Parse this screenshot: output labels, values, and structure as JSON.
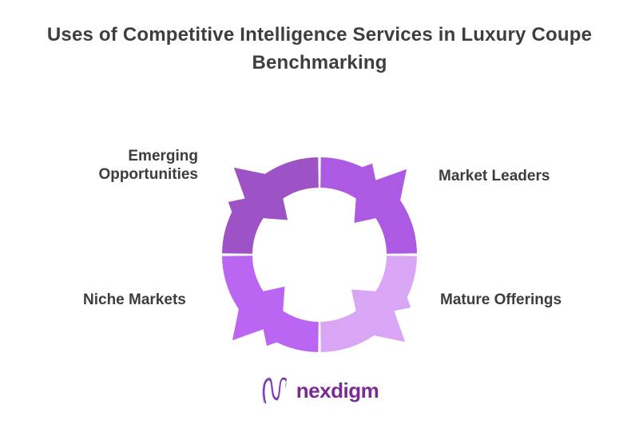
{
  "title": "Uses of Competitive Intelligence Services in Luxury Coupe Benchmarking",
  "diagram": {
    "type": "cycle-arrows",
    "segments": [
      {
        "label": "Market Leaders",
        "position": "top-right",
        "color": "#ac5ae4"
      },
      {
        "label": "Mature Offerings",
        "position": "bottom-right",
        "color": "#d8a6f4"
      },
      {
        "label": "Niche Markets",
        "position": "bottom-left",
        "color": "#bb66f2"
      },
      {
        "label": "Emerging Opportunities",
        "position": "top-left",
        "color": "#9d52c5"
      }
    ]
  },
  "footer": {
    "logo_text": "nexdigm",
    "logo_color": "#7a2c94"
  }
}
